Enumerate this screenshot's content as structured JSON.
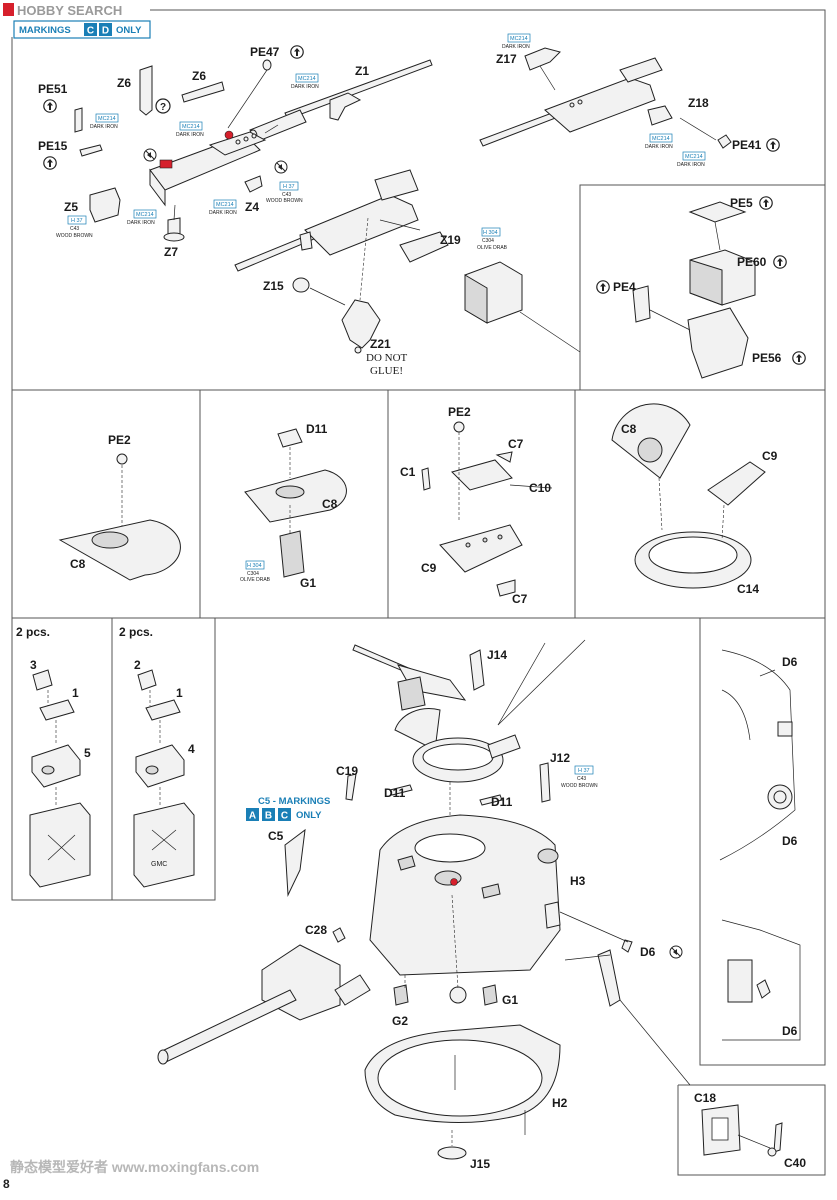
{
  "watermark": {
    "top": "HOBBY SEARCH",
    "bottom": "静态模型爱好者 www.moxingfans.com"
  },
  "page_number": "8",
  "markings_top": {
    "prefix": "MARKINGS",
    "letters": [
      "C",
      "D"
    ],
    "suffix": "ONLY"
  },
  "markings_c5": {
    "prefix": "C5 - MARKINGS",
    "letters": [
      "A",
      "B",
      "C"
    ],
    "suffix": "ONLY"
  },
  "colors": {
    "blue": "#1a7fb6",
    "red": "#d6202c",
    "line": "#222222",
    "part_fill": "#f2f2f2"
  },
  "parts": {
    "z1": "Z1",
    "z6a": "Z6",
    "z6b": "Z6",
    "pe47": "PE47",
    "pe51": "PE51",
    "pe15": "PE15",
    "z5": "Z5",
    "z7": "Z7",
    "z4": "Z4",
    "z15": "Z15",
    "z21": "Z21",
    "z19": "Z19",
    "z17": "Z17",
    "z18": "Z18",
    "pe41": "PE41",
    "pe5": "PE5",
    "pe60": "PE60",
    "pe4": "PE4",
    "pe56": "PE56",
    "pe2a": "PE2",
    "c8a": "C8",
    "d11a": "D11",
    "c8b": "C8",
    "g1a": "G1",
    "pe2b": "PE2",
    "c7a": "C7",
    "c1": "C1",
    "c10": "C10",
    "c9a": "C9",
    "c7b": "C7",
    "c8c": "C8",
    "c9b": "C9",
    "c14": "C14",
    "n3": "3",
    "n1a": "1",
    "n5": "5",
    "n2": "2",
    "n1b": "1",
    "n4": "4",
    "j14": "J14",
    "c19": "C19",
    "d11b": "D11",
    "d11c": "D11",
    "j12": "J12",
    "c5": "C5",
    "h3": "H3",
    "c28": "C28",
    "d6a": "D6",
    "g2": "G2",
    "g1b": "G1",
    "h2": "H2",
    "j15": "J15",
    "c18": "C18",
    "c40": "C40",
    "d6b": "D6",
    "d6c": "D6",
    "d6d": "D6"
  },
  "do_not_glue": [
    "DO NOT",
    "GLUE!"
  ],
  "pcs": [
    "2 pcs.",
    "2 pcs."
  ],
  "paint": {
    "mc214_name": "MC214",
    "dark_iron": "DARK IRON",
    "h37": "H 37",
    "c43": "C43",
    "wood_brown": "WOOD BROWN",
    "h304": "H 304",
    "c304": "C304",
    "olive_drab": "OLIVE DRAB"
  },
  "can_mark": "GMC"
}
